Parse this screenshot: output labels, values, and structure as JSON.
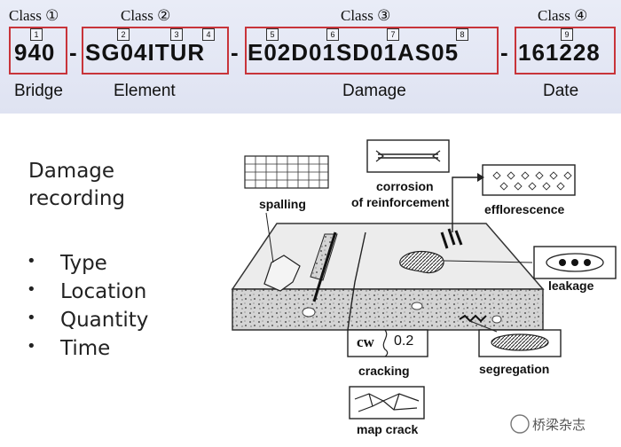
{
  "header": {
    "classes": [
      "Class ①",
      "Class ②",
      "Class ③",
      "Class ④"
    ],
    "code_segments": [
      "940",
      "-",
      "SG04ITUR",
      "-",
      "E02D01SD01AS05",
      "-",
      "161228"
    ],
    "field_numbers": [
      "1",
      "2",
      "3",
      "4",
      "5",
      "6",
      "7",
      "8",
      "9"
    ],
    "groups": [
      "Bridge",
      "Element",
      "Damage",
      "Date"
    ]
  },
  "panel": {
    "title_lines": [
      "Damage",
      "recording"
    ],
    "bullets": [
      "Type",
      "Location",
      "Quantity",
      "Time"
    ],
    "bullet_symbol": "•"
  },
  "diagram": {
    "labels": {
      "spalling": "spalling",
      "corrosion_line1": "corrosion",
      "corrosion_line2": "of reinforcement",
      "efflorescence": "efflorescence",
      "leakage": "leakage",
      "segregation": "segregation",
      "cracking": "cracking",
      "map_crack": "map crack"
    },
    "crack_box": {
      "left": "cw",
      "right": "0.2"
    }
  },
  "watermark": "桥梁杂志",
  "colors": {
    "accent_red": "#c8343a",
    "header_bg": "#e4e7f5"
  }
}
